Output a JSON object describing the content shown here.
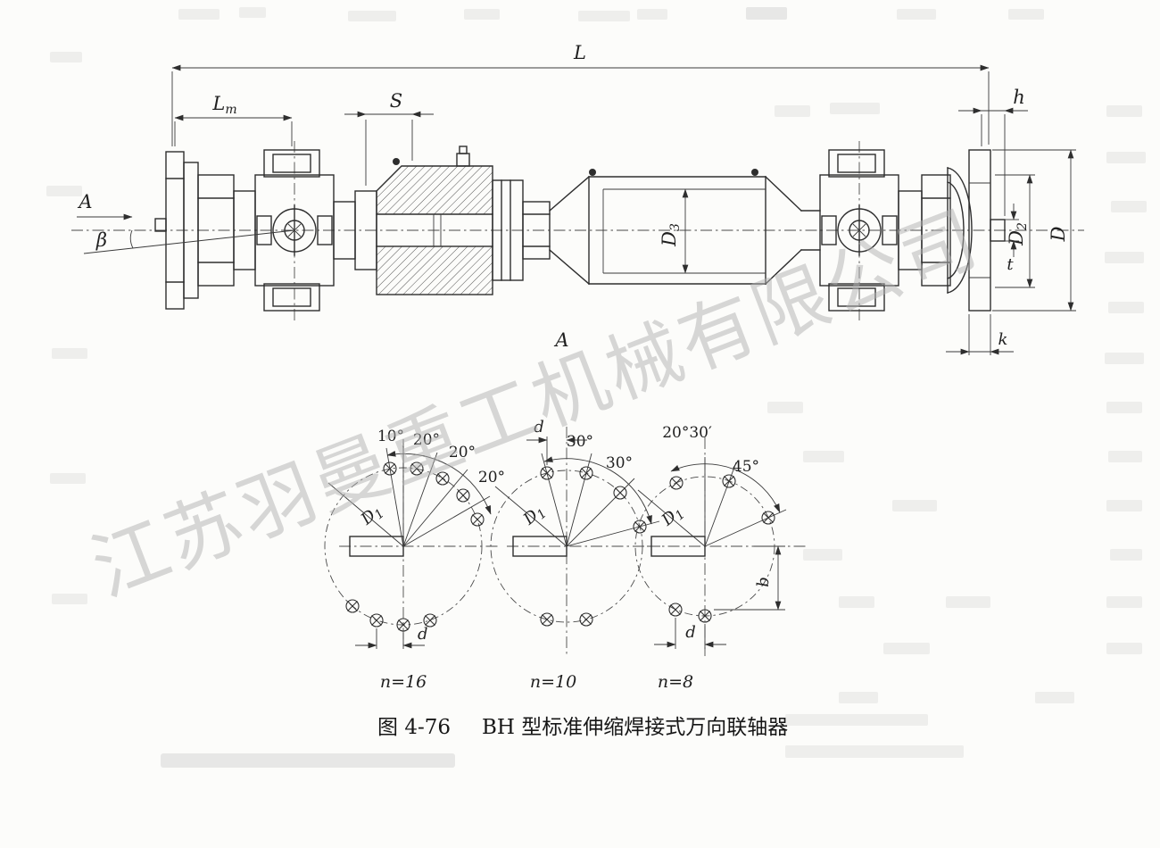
{
  "figure": {
    "caption_label": "图 4-76",
    "caption_title": "BH 型标准伸缩焊接式万向联轴器"
  },
  "watermark": {
    "text": "江苏羽曼重工机械有限公司"
  },
  "main_view": {
    "dim_L": "L",
    "dim_Lm_main": "L",
    "dim_Lm_sub": "m",
    "dim_S": "S",
    "dim_h": "h",
    "dim_D": "D",
    "dim_D2_main": "D",
    "dim_D2_sub": "2",
    "dim_D3_main": "D",
    "dim_D3_sub": "3",
    "dim_t": "t",
    "dim_k": "k",
    "angle_beta": "β",
    "view_direction_label": "A",
    "section_label": "A"
  },
  "bolt_diagrams": [
    {
      "holes_label": "n=16",
      "bolt_circle_main": "D",
      "bolt_circle_sub": "1",
      "hole_diameter_label": "d",
      "angle_labels": [
        "10°",
        "20°",
        "20°",
        "20°"
      ]
    },
    {
      "holes_label": "n=10",
      "bolt_circle_main": "D",
      "bolt_circle_sub": "1",
      "hole_diameter_label": "d",
      "angle_labels": [
        "30°",
        "30°"
      ]
    },
    {
      "holes_label": "n=8",
      "bolt_circle_main": "D",
      "bolt_circle_sub": "1",
      "hole_diameter_label": "d",
      "slot_width_label": "b",
      "angle_labels": [
        "20°30′",
        "45°"
      ]
    }
  ]
}
